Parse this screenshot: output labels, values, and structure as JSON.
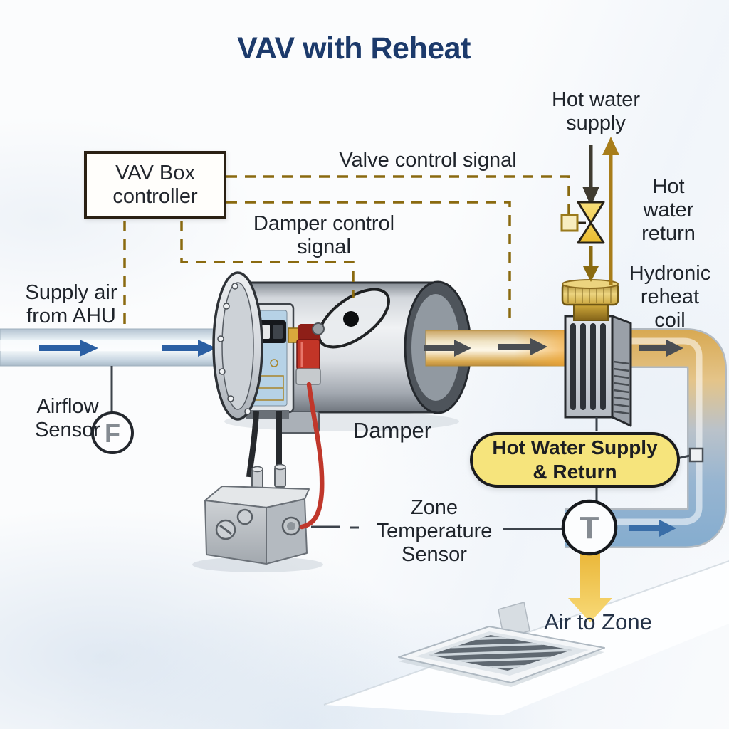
{
  "title": "VAV with Reheat",
  "controller_box": {
    "label": "VAV Box\ncontroller"
  },
  "signal_labels": {
    "valve": "Valve control signal",
    "damper": "Damper control\nsignal"
  },
  "hot_water": {
    "supply_label": "Hot water\nsupply",
    "return_label": "Hot water\nreturn",
    "badge_label": "Hot Water Supply\n& Return"
  },
  "air_path": {
    "supply_label": "Supply air\nfrom AHU",
    "air_to_zone_label": "Air to Zone"
  },
  "components": {
    "damper_label": "Damper",
    "reheat_coil_label": "Hydronic\nreheat coil"
  },
  "sensors": {
    "airflow_label": "Airflow\nSensor",
    "airflow_symbol": "F",
    "zone_temp_label": "Zone\nTemperature\nSensor",
    "zone_temp_symbol": "T"
  },
  "colors": {
    "title_navy": "#1c3a6b",
    "label_dark": "#1f242b",
    "signal_dashed_gold": "#8a6a10",
    "hot_water_gold": "#a87d1a",
    "supply_air_blue": "#2b5fa3",
    "heated_air_amber": "#e2a93b",
    "badge_yellow": "#f6e47c",
    "valve_yellow": "#f3cf4e",
    "air_arrow_yellow": "#f0c24a"
  }
}
